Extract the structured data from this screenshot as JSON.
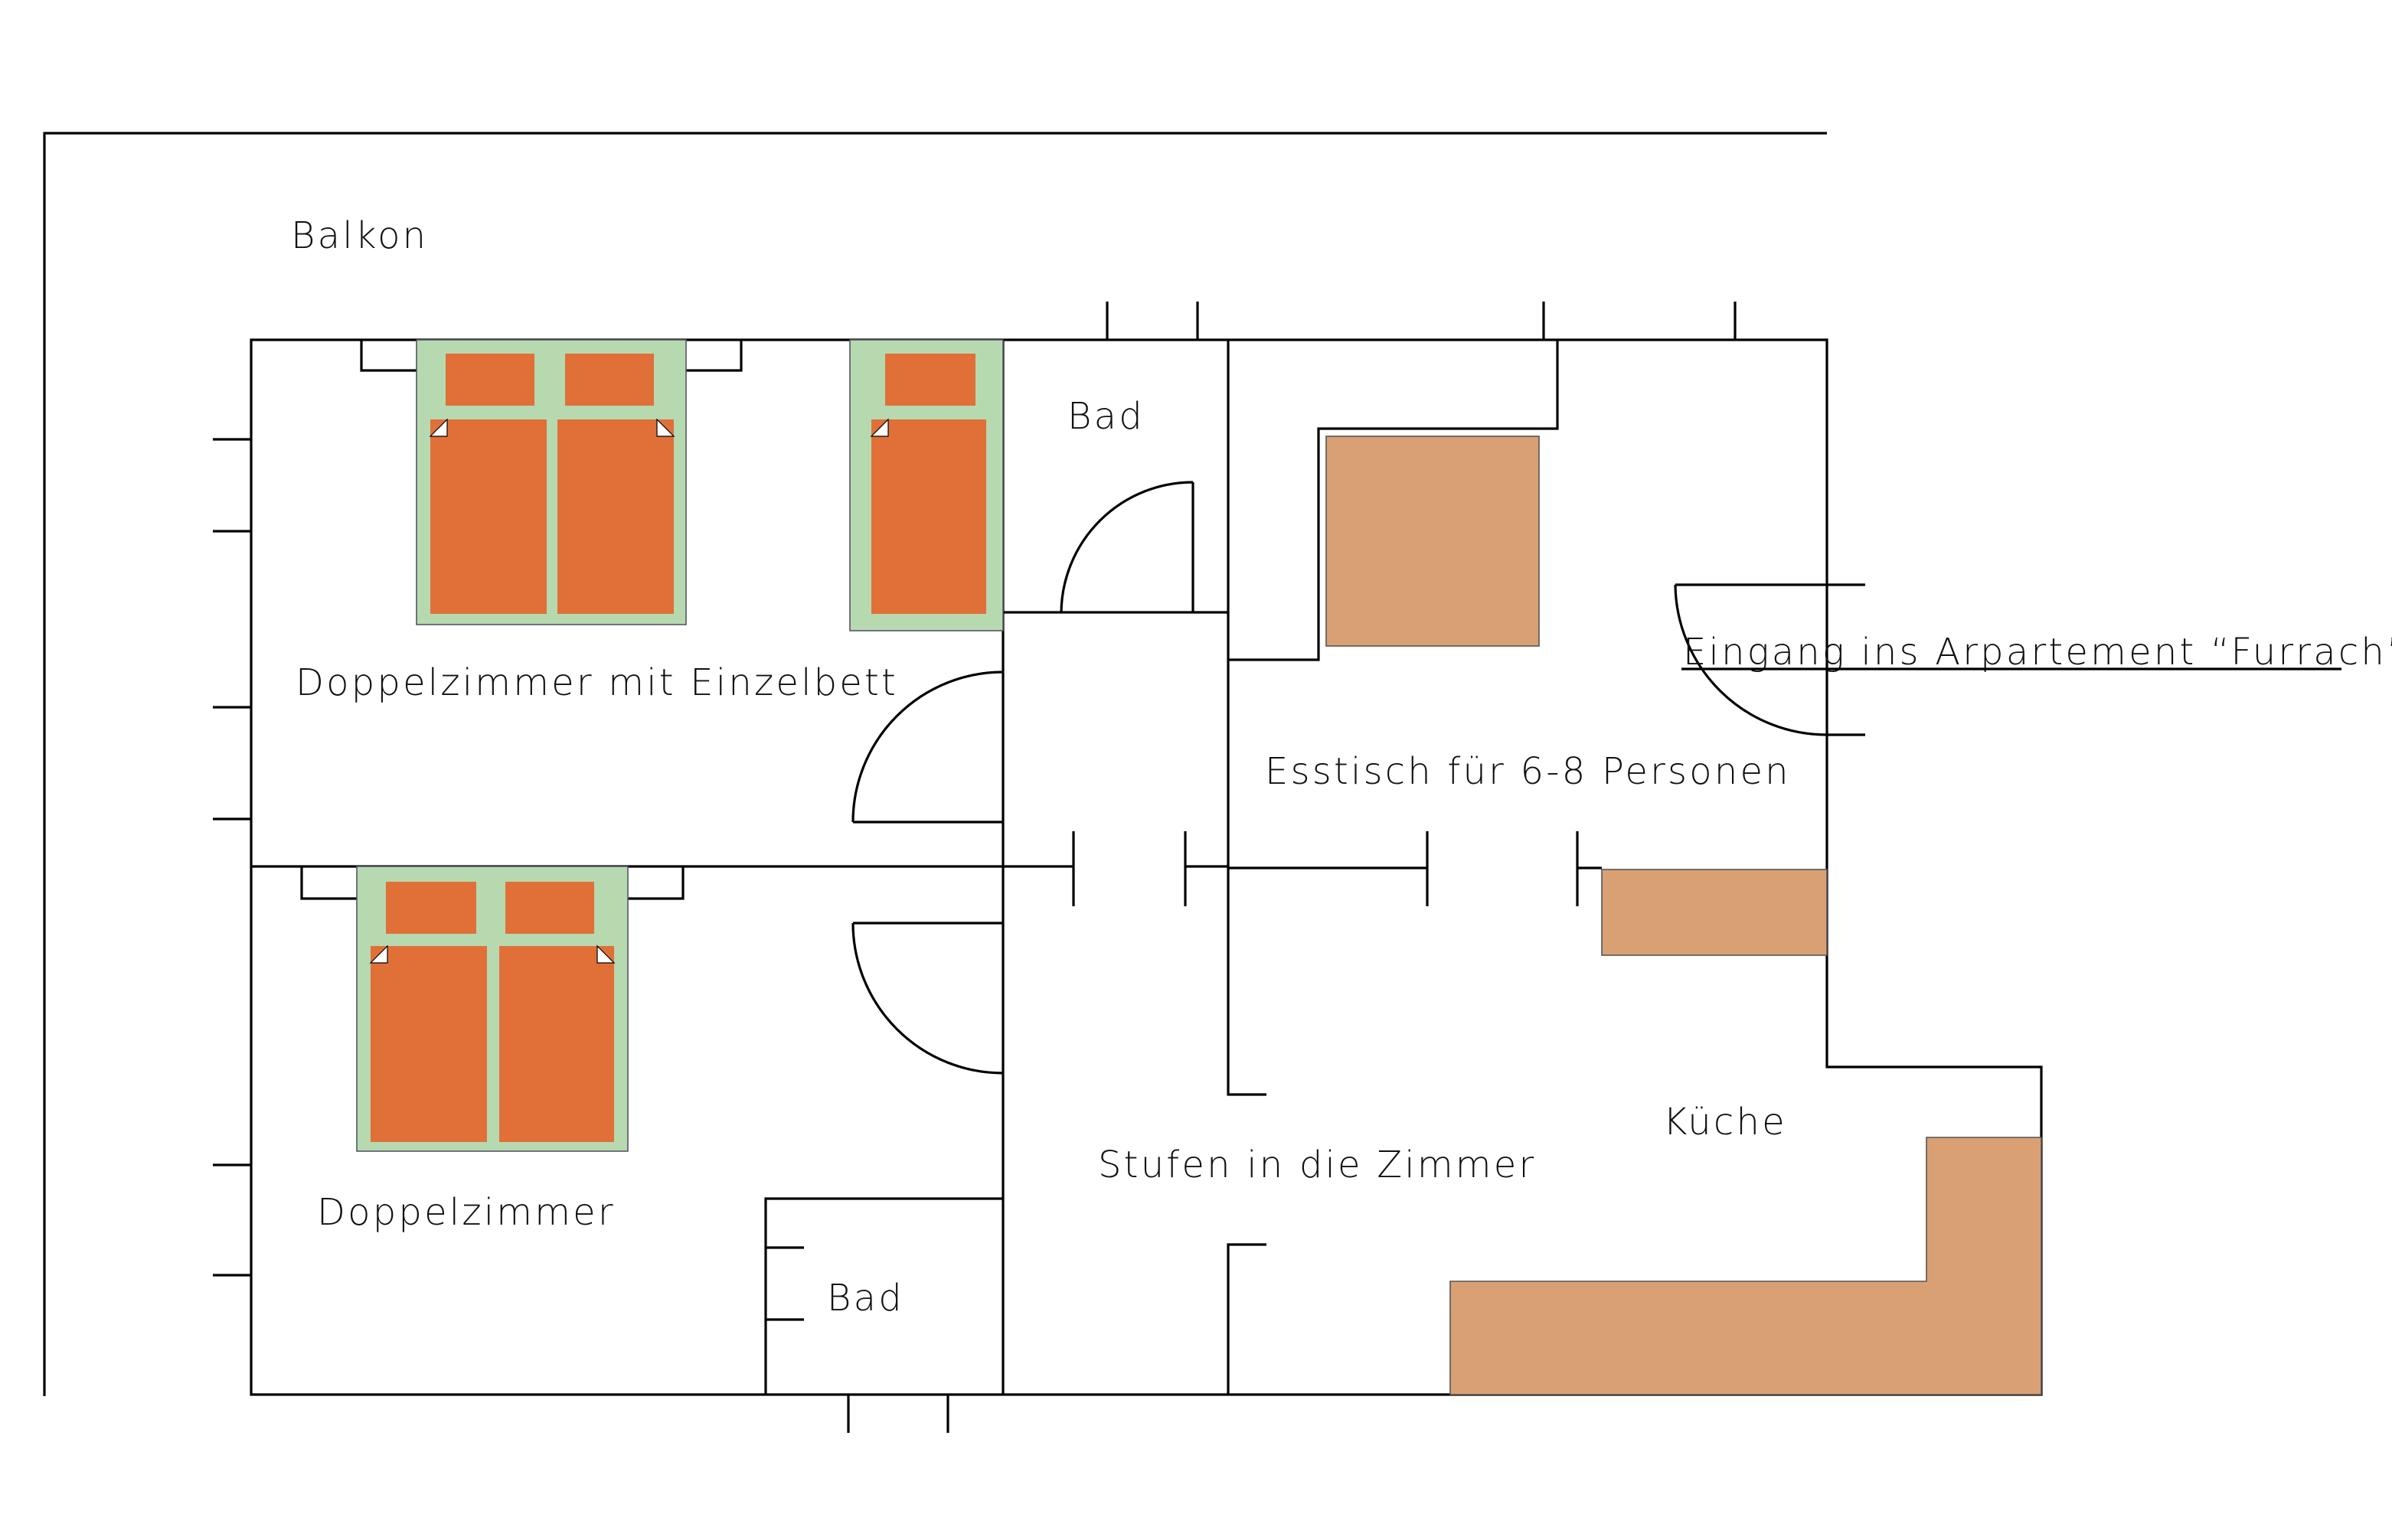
{
  "labels": {
    "balcony": "Balkon",
    "bathroom_top": "Bad",
    "room_double_single": "Doppelzimmer mit Einzelbett",
    "dining": "Esstisch für 6-8 Personen",
    "entrance": "Eingang ins Arpartement “Furrach”",
    "kitchen": "Küche",
    "steps": "Stufen in die Zimmer",
    "room_double": "Doppelzimmer",
    "bathroom_bottom": "Bad"
  },
  "colors": {
    "bed_frame": "#b7d9b0",
    "mattress": "#e07038",
    "furniture": "#d9a074"
  }
}
